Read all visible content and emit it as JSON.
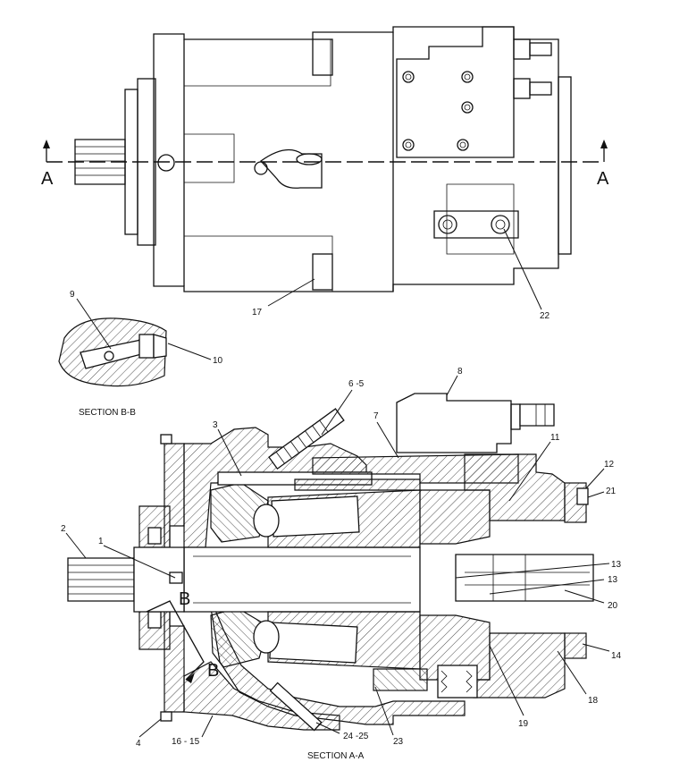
{
  "section_cut": {
    "left_label": "A",
    "right_label": "A",
    "detail_label_top": "B",
    "detail_label_bottom": "B"
  },
  "section_titles": {
    "bb": "SECTION B-B",
    "aa": "SECTION A-A"
  },
  "callouts": {
    "c1": "1",
    "c2": "2",
    "c3": "3",
    "c4": "4",
    "c6_5": "6 -5",
    "c7": "7",
    "c8": "8",
    "c9": "9",
    "c10": "10",
    "c11": "11",
    "c12": "12",
    "c13a": "13",
    "c13b": "13",
    "c14": "14",
    "c16_15": "16 - 15",
    "c17": "17",
    "c18": "18",
    "c19": "19",
    "c20": "20",
    "c21": "21",
    "c22": "22",
    "c23": "23",
    "c24_25": "24 -25"
  }
}
